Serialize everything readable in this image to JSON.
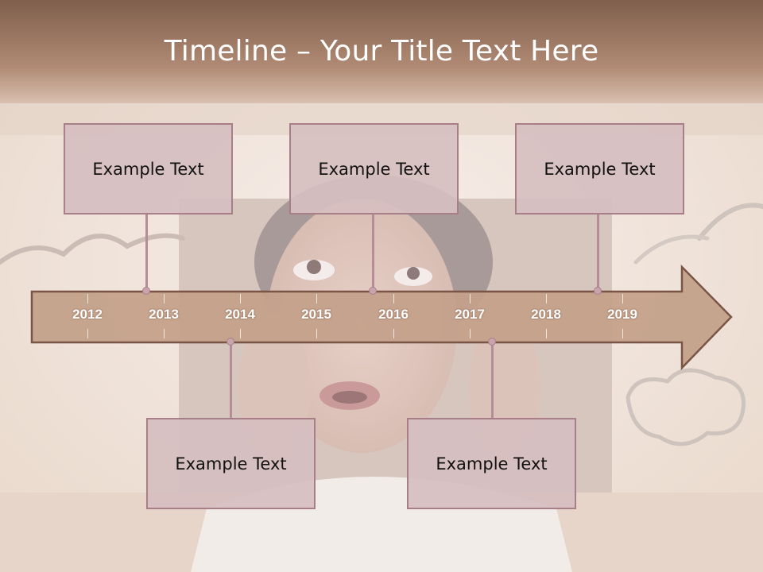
{
  "slide": {
    "title": "Timeline – Your Title Text Here",
    "colors": {
      "banner": "#8f6a55",
      "arrow_fill": "#c4a08a",
      "arrow_border": "#7a5546",
      "box_fill": "#d6bec0",
      "box_border": "#a87f88"
    }
  },
  "timeline": {
    "years": [
      "2012",
      "2013",
      "2014",
      "2015",
      "2016",
      "2017",
      "2018",
      "2019"
    ]
  },
  "boxes": {
    "top": [
      {
        "text": "Example Text"
      },
      {
        "text": "Example Text"
      },
      {
        "text": "Example Text"
      }
    ],
    "bottom": [
      {
        "text": "Example Text"
      },
      {
        "text": "Example Text"
      }
    ]
  },
  "background": {
    "image": "woman-in-cardboard-box-photo"
  }
}
